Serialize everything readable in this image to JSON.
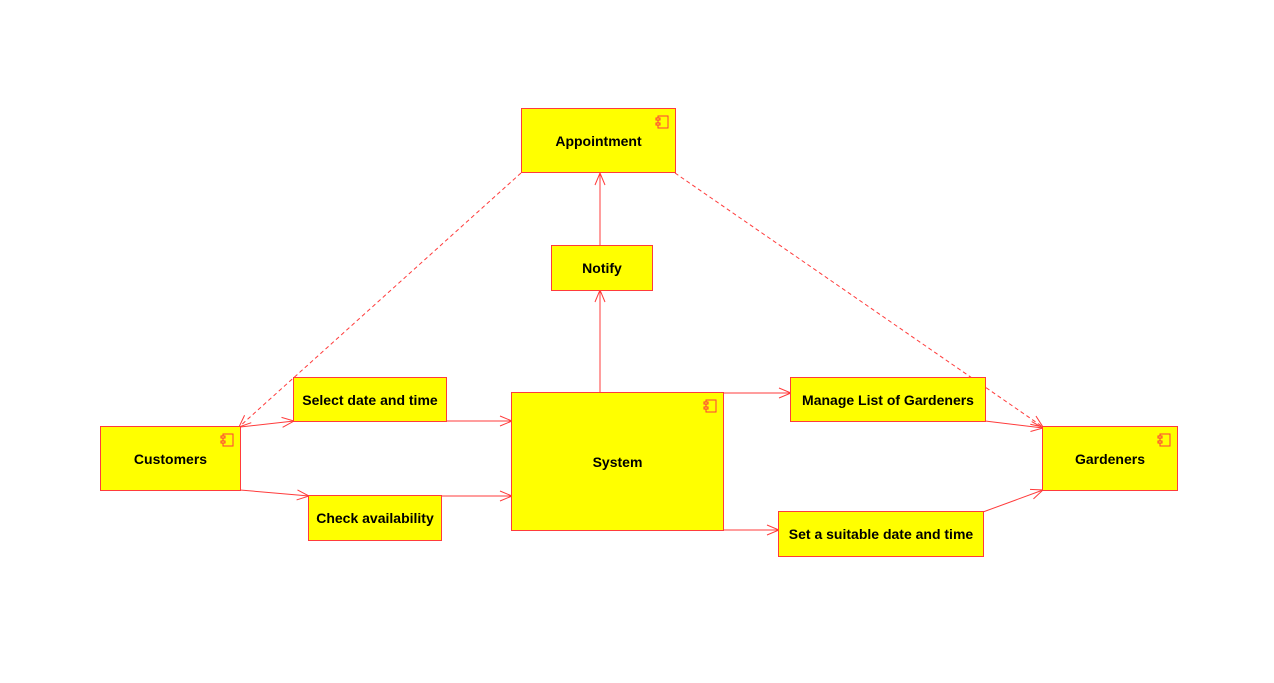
{
  "diagram": {
    "components": {
      "appointment": "Appointment",
      "customers": "Customers",
      "system": "System",
      "gardeners": "Gardeners"
    },
    "actions": {
      "notify": "Notify",
      "select_date_time": "Select date and time",
      "check_availability": "Check availability",
      "manage_list": "Manage List of Gardeners",
      "set_date_time": "Set a suitable date and time"
    },
    "colors": {
      "box_fill": "#ffff00",
      "line": "#ff3b3b"
    },
    "component_icon": "component-icon"
  }
}
